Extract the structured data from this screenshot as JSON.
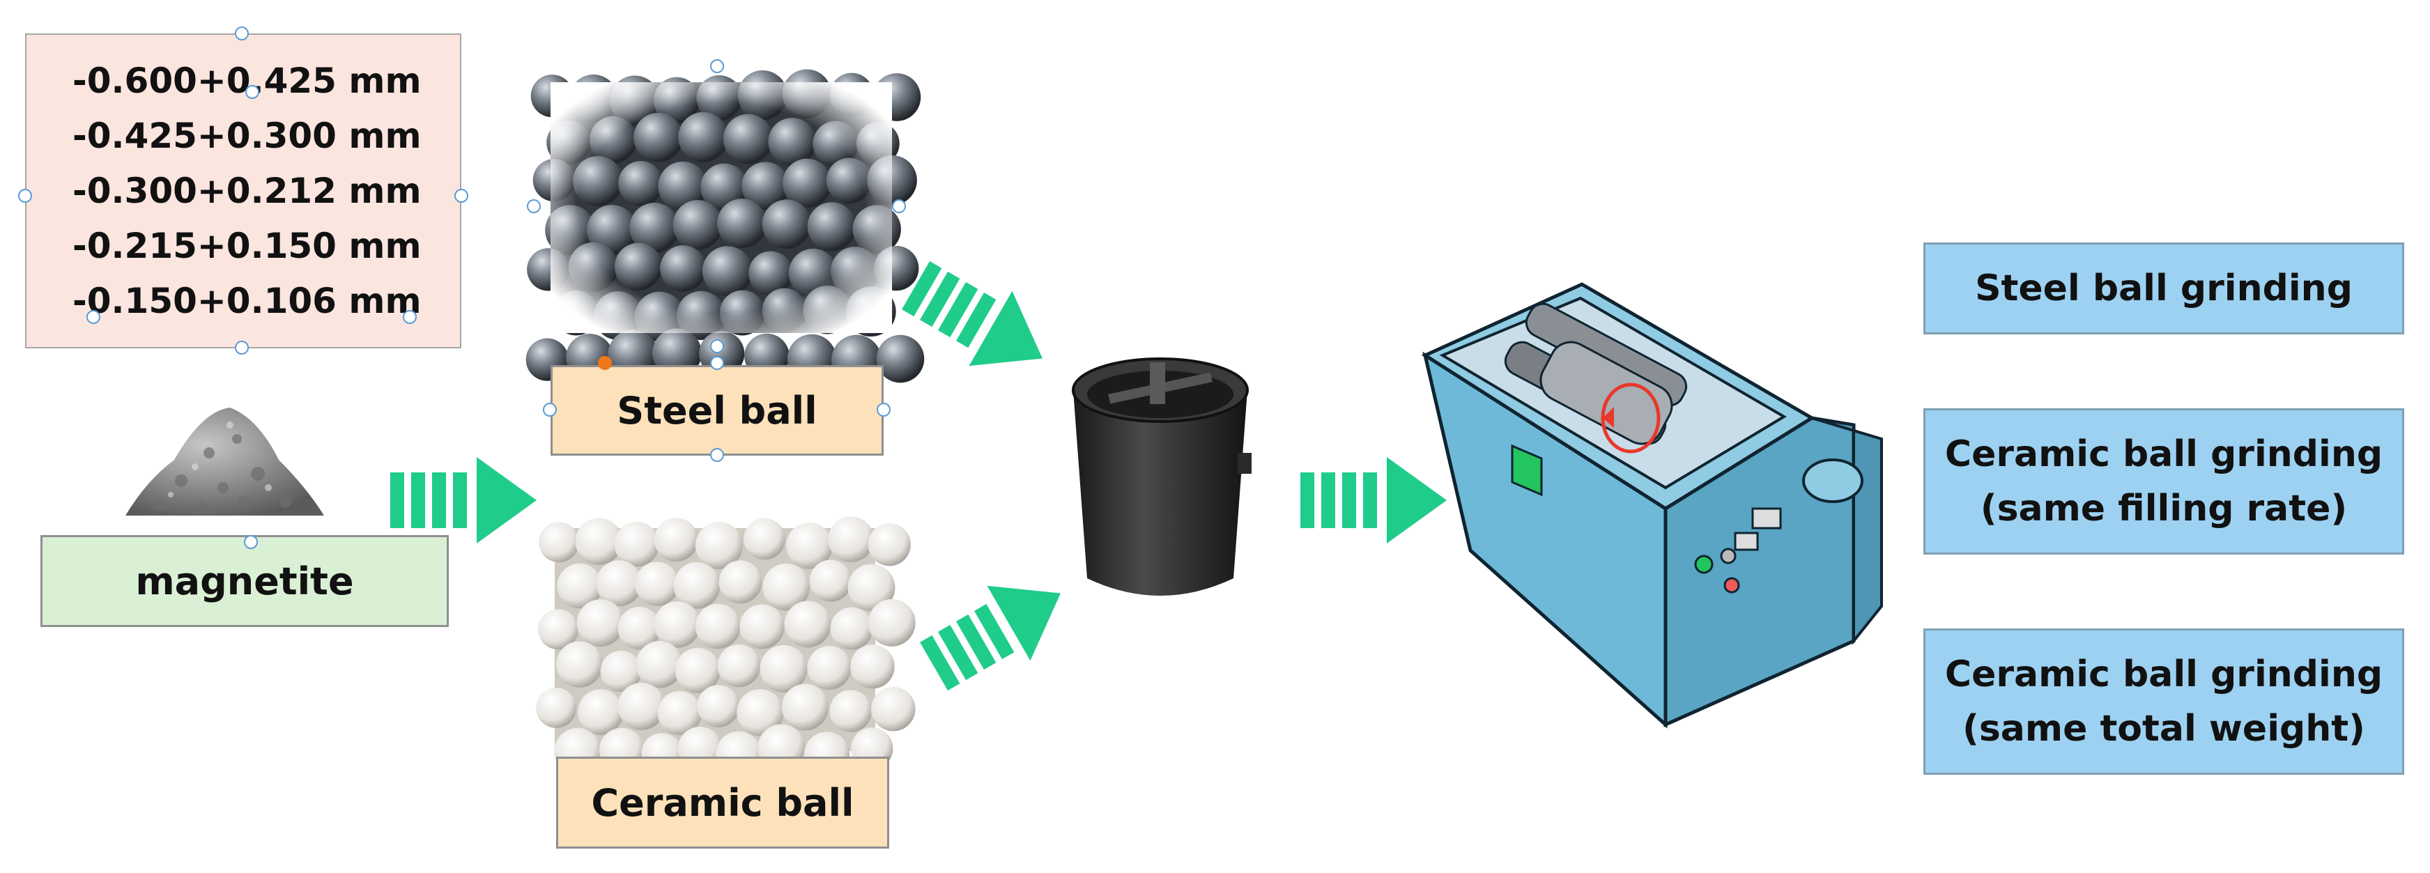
{
  "size_fractions": [
    "-0.600+0.425 mm",
    "-0.425+0.300 mm",
    "-0.300+0.212 mm",
    "-0.215+0.150 mm",
    "-0.150+0.106 mm"
  ],
  "labels": {
    "magnetite": "magnetite",
    "steel_ball": "Steel ball",
    "ceramic_ball": "Ceramic ball"
  },
  "outcomes": [
    [
      "Steel ball grinding"
    ],
    [
      "Ceramic ball grinding",
      "(same filling rate)"
    ],
    [
      "Ceramic ball grinding",
      "(same total weight)"
    ]
  ],
  "colors": {
    "arrow": "#1fcc8a",
    "size_box_fill": "#fbe5df",
    "media_label_fill": "#fce1ba",
    "magnetite_label_fill": "#d9f0d4",
    "outcome_box_fill": "#9dd1f1",
    "mill_body": "#6fb9d8",
    "jar": "#2b2b2b"
  }
}
